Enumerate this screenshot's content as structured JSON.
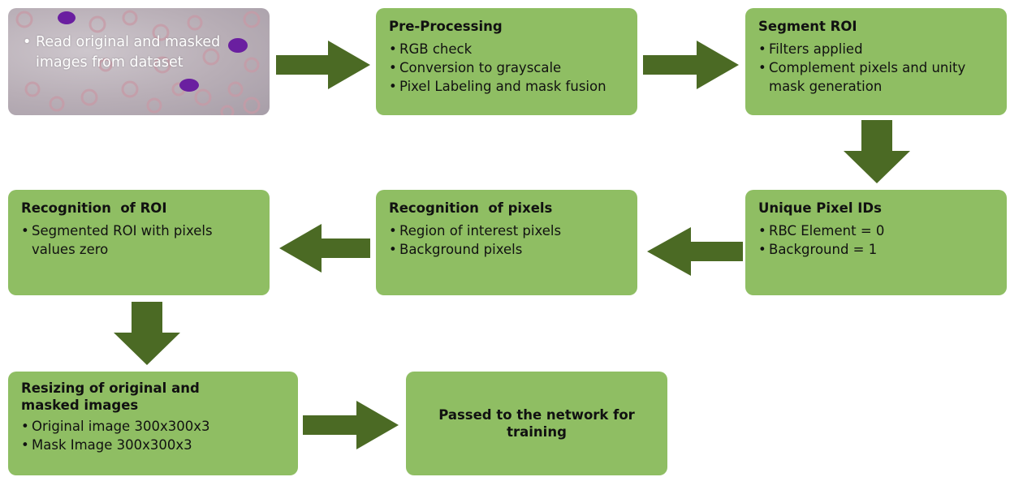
{
  "colors": {
    "box_fill": "#8fbe63",
    "arrow_fill": "#4b6a24",
    "cell_nucleus": "#6a1fa0"
  },
  "steps": {
    "read": {
      "items": [
        "Read original and masked images from dataset"
      ]
    },
    "preprocess": {
      "title": "Pre-Processing",
      "items": [
        "RGB check",
        "Conversion to grayscale",
        "Pixel Labeling and mask fusion"
      ]
    },
    "segment": {
      "title": "Segment ROI",
      "items": [
        "Filters applied",
        "Complement pixels and unity mask generation"
      ]
    },
    "unique_ids": {
      "title": "Unique Pixel IDs",
      "items": [
        "RBC Element = 0",
        "Background = 1"
      ]
    },
    "recog_pixels": {
      "title": "Recognition  of pixels",
      "items": [
        "Region of interest pixels",
        "Background pixels"
      ]
    },
    "recog_roi": {
      "title": "Recognition  of ROI",
      "items": [
        "Segmented ROI with pixels values zero"
      ]
    },
    "resize": {
      "title": "Resizing of original and masked images",
      "items": [
        "Original image 300x300x3",
        "Mask Image 300x300x3"
      ]
    },
    "network": {
      "title": "Passed to the network for training"
    }
  }
}
